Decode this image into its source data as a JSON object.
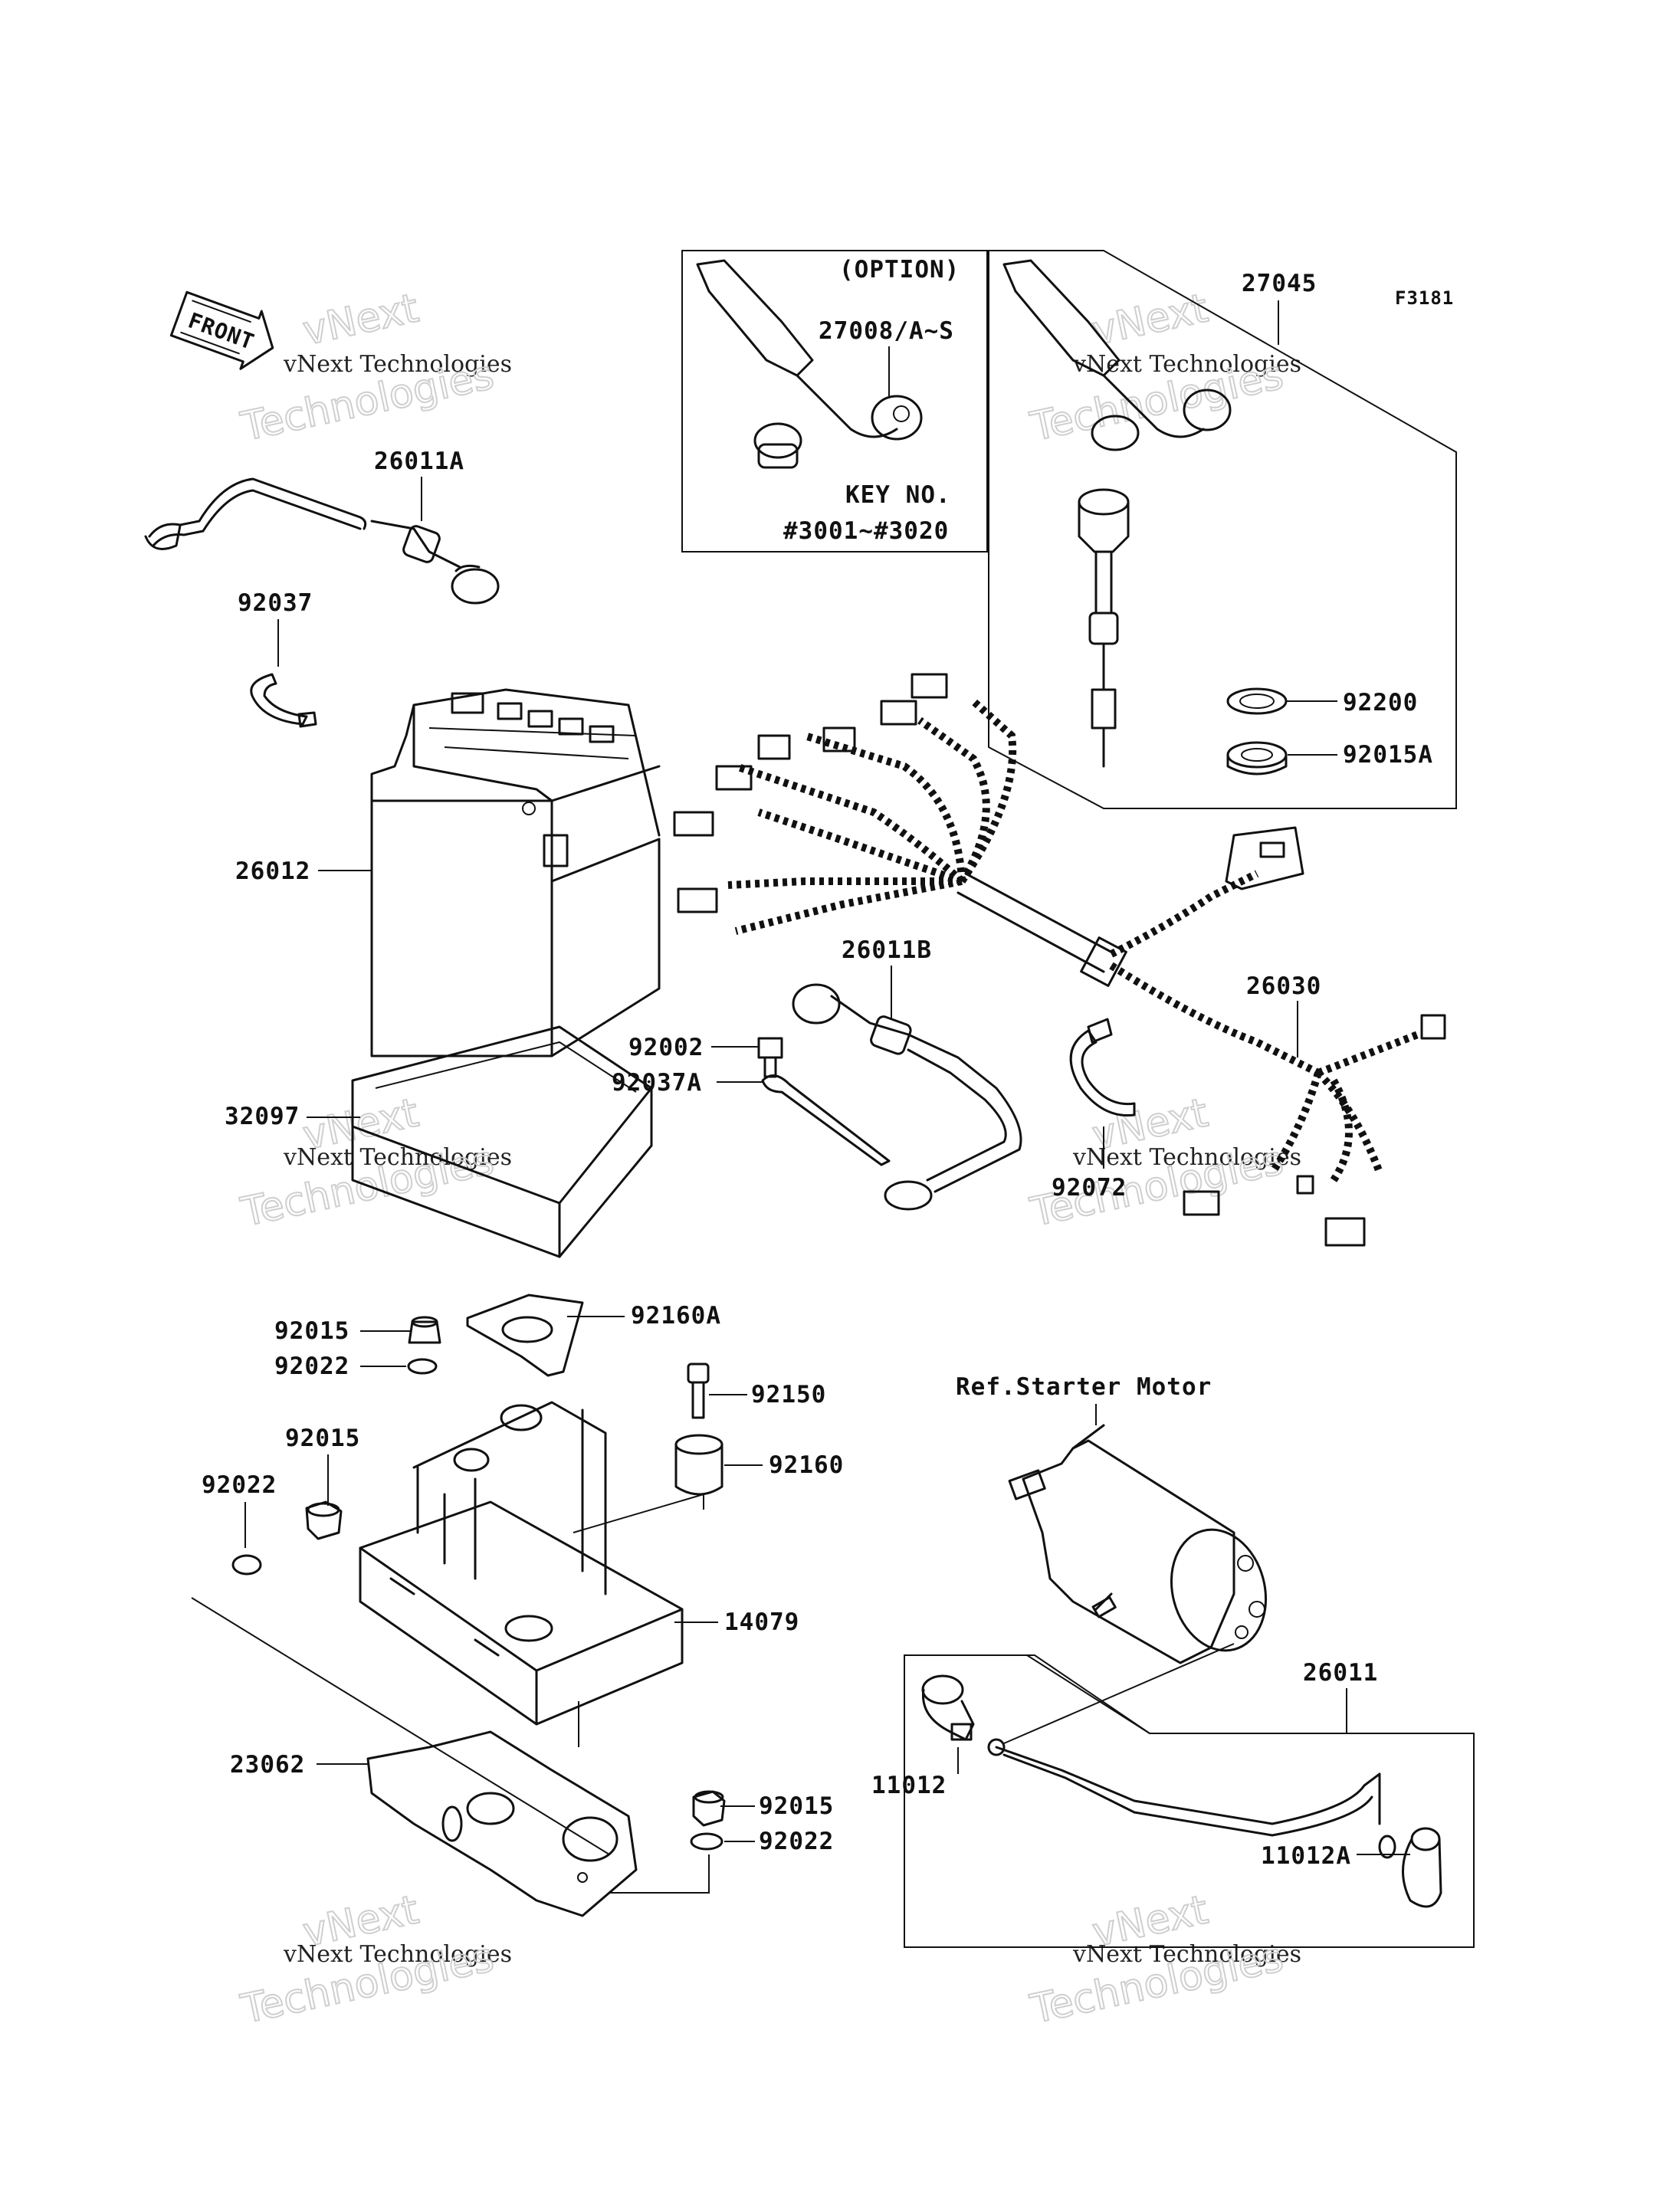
{
  "figure_code": "F3181",
  "front_arrow": "FRONT",
  "watermark": {
    "line1": "vNext",
    "line2": "vNext Technologies",
    "line3": "Technologies"
  },
  "option_box": {
    "title": "(OPTION)",
    "key_label": "KEY NO.",
    "key_range": "#3001~#3020"
  },
  "reference": "Ref.Starter Motor",
  "parts": {
    "p27008": "27008/A~S",
    "p27045": "27045",
    "p26011A": "26011A",
    "p92037": "92037",
    "p26012": "26012",
    "p92200": "92200",
    "p92015A": "92015A",
    "p26011B": "26011B",
    "p92002": "92002",
    "p92037A": "92037A",
    "p26030": "26030",
    "p32097": "32097",
    "p92072": "92072",
    "p92015_a": "92015",
    "p92160A": "92160A",
    "p92022_a": "92022",
    "p92150": "92150",
    "p92015_b": "92015",
    "p92160": "92160",
    "p92022_b": "92022",
    "p14079": "14079",
    "p26011": "26011",
    "p23062": "23062",
    "p92015_c": "92015",
    "p11012": "11012",
    "p92022_c": "92022",
    "p11012A": "11012A"
  }
}
